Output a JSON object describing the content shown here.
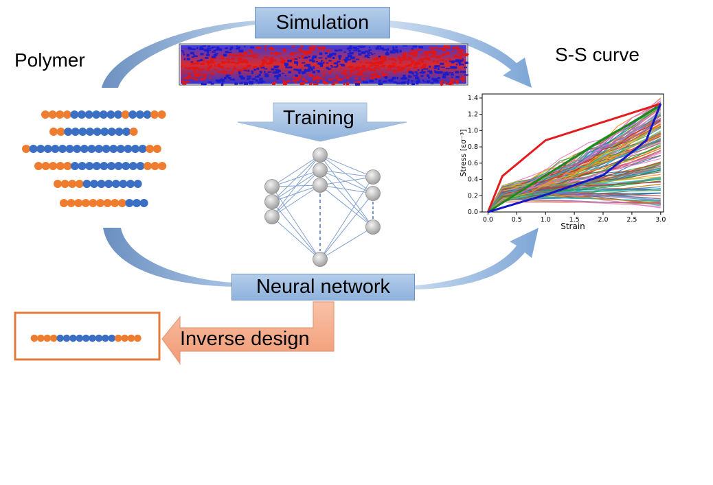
{
  "labels": {
    "polymer": "Polymer",
    "simulation": "Simulation",
    "ss_curve": "S-S curve",
    "training": "Training",
    "neural_network": "Neural network",
    "inverse_design": "Inverse design"
  },
  "colors": {
    "orange_bead": "#ee7d2f",
    "blue_bead": "#3b6fc4",
    "arrow_blue": "#8fb2dc",
    "inverse_arrow": "#f5a98a",
    "result_box_border": "#e07b39"
  },
  "polymer_chains": [
    "OOOOBBBBBBBOBBBOO",
    "OOBBBBBBBBBO",
    "OBBBBBBBBBBBBBBBBOO",
    "OOOOOBBBBBBBBBBOOO",
    "OOOOBBBBBBBB",
    "OOOOOOOOOBBB"
  ],
  "designed_chain": "OOOOBBBBBBBBBOOOO",
  "network": {
    "layers": [
      "input",
      "hidden",
      "output"
    ]
  },
  "chart_data": {
    "type": "line",
    "xlabel": "Strain",
    "ylabel": "Stress [εσ⁻³]",
    "xlim": [
      -0.1,
      3.05
    ],
    "ylim": [
      0,
      1.45
    ],
    "xticks": [
      "0.0",
      "0.5",
      "1.0",
      "1.5",
      "2.0",
      "2.5",
      "3.0"
    ],
    "yticks": [
      "0.0",
      "0.2",
      "0.4",
      "0.6",
      "0.8",
      "1.0",
      "1.2",
      "1.4"
    ],
    "series": [
      {
        "color": "#e41a1c",
        "points": [
          [
            0,
            0
          ],
          [
            0.25,
            0.44
          ],
          [
            1.0,
            0.88
          ],
          [
            3.0,
            1.33
          ]
        ]
      },
      {
        "color": "#1b8a1b",
        "points": [
          [
            0,
            0
          ],
          [
            1.0,
            0.45
          ],
          [
            2.0,
            0.89
          ],
          [
            3.0,
            1.31
          ]
        ]
      },
      {
        "color": "#1515cc",
        "points": [
          [
            0,
            0
          ],
          [
            1.0,
            0.21
          ],
          [
            2.0,
            0.45
          ],
          [
            2.75,
            0.88
          ],
          [
            3.0,
            1.33
          ]
        ]
      }
    ],
    "background_curves": "many multicolored stress-strain curves between 0 and about 1.4"
  }
}
